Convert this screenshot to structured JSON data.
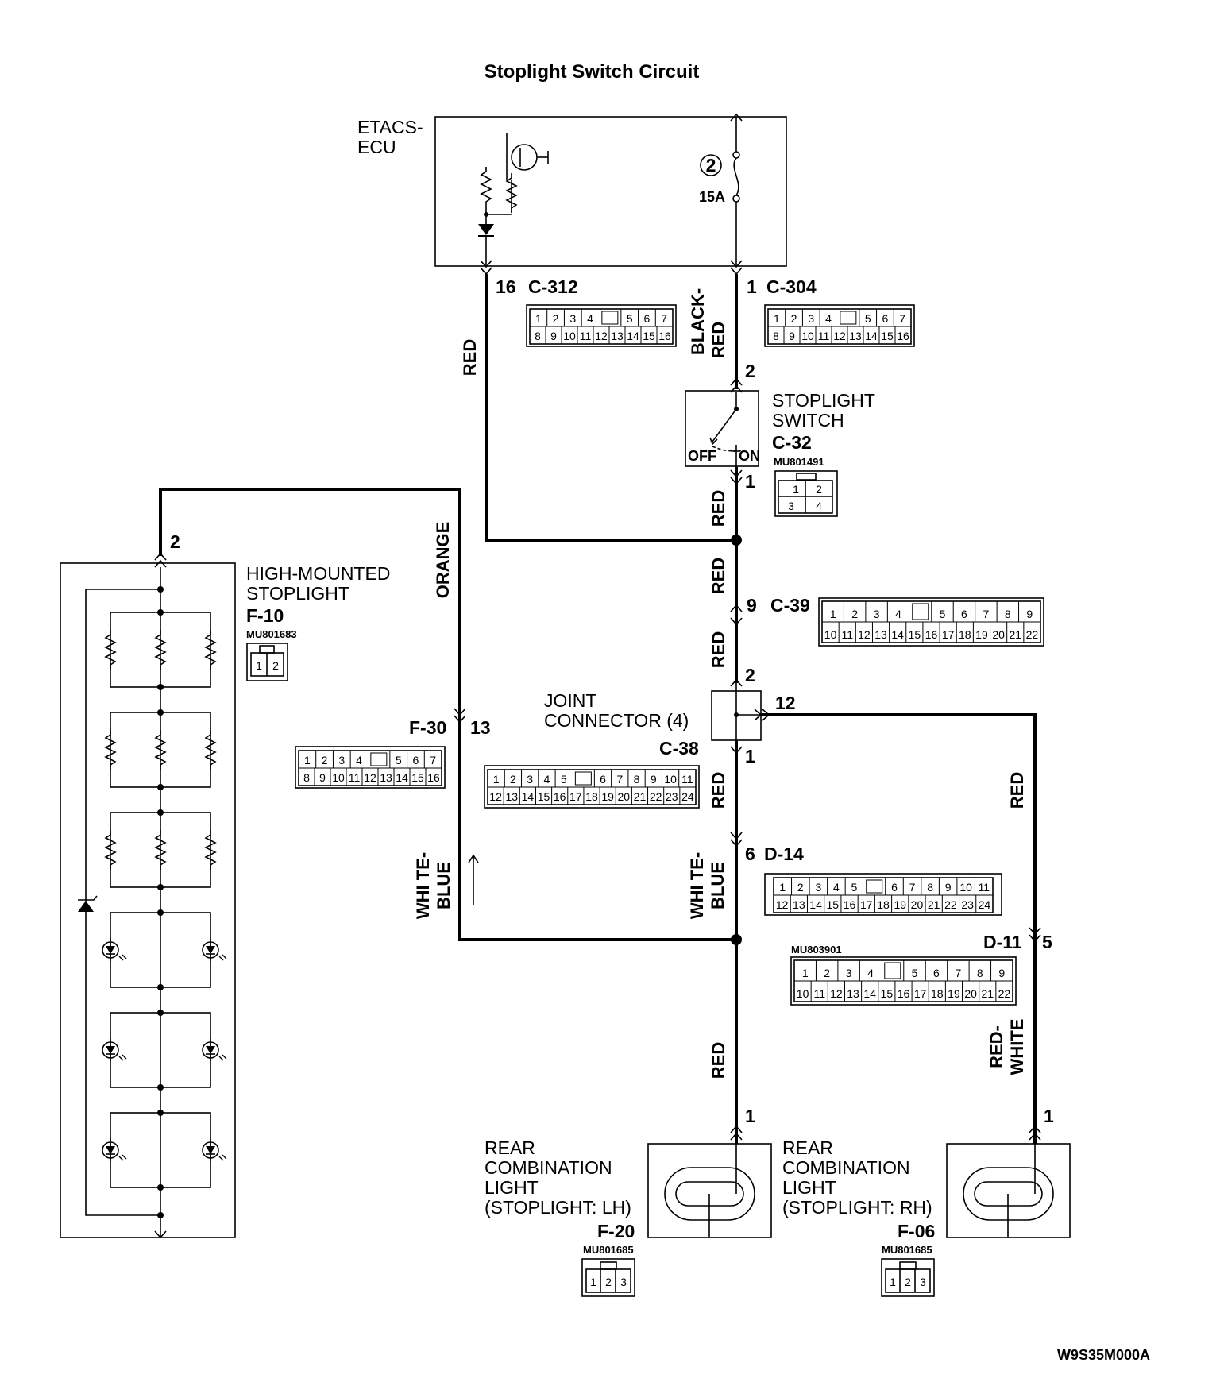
{
  "title": "Stoplight Switch Circuit",
  "etacs": {
    "line1": "ETACS-",
    "line2": "ECU",
    "fuse_no": "2",
    "fuse_rating": "15A"
  },
  "wires": {
    "red": "RED",
    "black_red_1": "BLACK-",
    "black_red_2": "RED",
    "orange": "ORANGE",
    "white_blue_1": "WHI TE-",
    "white_blue_2": "BLUE",
    "red_white_1": "RED-",
    "red_white_2": "WHITE"
  },
  "pins": {
    "p16": "16",
    "p1": "1",
    "p2": "2",
    "p9": "9",
    "p12": "12",
    "p13": "13",
    "p6": "6",
    "p5": "5",
    "hm2": "2",
    "lh1": "1",
    "rh1": "1"
  },
  "connectors": {
    "c312": {
      "name": "C-312",
      "row1": [
        "1",
        "2",
        "3",
        "4",
        "5",
        "6",
        "7"
      ],
      "row2": [
        "8",
        "9",
        "10",
        "11",
        "12",
        "13",
        "14",
        "15",
        "16"
      ]
    },
    "c304": {
      "name": "C-304",
      "row1": [
        "1",
        "2",
        "3",
        "4",
        "5",
        "6",
        "7"
      ],
      "row2": [
        "8",
        "9",
        "10",
        "11",
        "12",
        "13",
        "14",
        "15",
        "16"
      ]
    },
    "c32": {
      "name": "C-32",
      "part": "MU801491",
      "row1": [
        "1",
        "2"
      ],
      "row2": [
        "3",
        "4"
      ]
    },
    "c39": {
      "name": "C-39",
      "row1": [
        "1",
        "2",
        "3",
        "4",
        "5",
        "6",
        "7",
        "8",
        "9"
      ],
      "row2": [
        "10",
        "11",
        "12",
        "13",
        "14",
        "15",
        "16",
        "17",
        "18",
        "19",
        "20",
        "21",
        "22"
      ]
    },
    "c38": {
      "name": "C-38",
      "row1": [
        "1",
        "2",
        "3",
        "4",
        "5",
        "6",
        "7",
        "8",
        "9",
        "10",
        "11"
      ],
      "row2": [
        "12",
        "13",
        "14",
        "15",
        "16",
        "17",
        "18",
        "19",
        "20",
        "21",
        "22",
        "23",
        "24"
      ]
    },
    "f30": {
      "name": "F-30",
      "row1": [
        "1",
        "2",
        "3",
        "4",
        "5",
        "6",
        "7"
      ],
      "row2": [
        "8",
        "9",
        "10",
        "11",
        "12",
        "13",
        "14",
        "15",
        "16"
      ]
    },
    "d14": {
      "name": "D-14",
      "row1": [
        "1",
        "2",
        "3",
        "4",
        "5",
        "6",
        "7",
        "8",
        "9",
        "10",
        "11"
      ],
      "row2": [
        "12",
        "13",
        "14",
        "15",
        "16",
        "17",
        "18",
        "19",
        "20",
        "21",
        "22",
        "23",
        "24"
      ]
    },
    "d11": {
      "name": "D-11",
      "part": "MU803901",
      "row1": [
        "1",
        "2",
        "3",
        "4",
        "5",
        "6",
        "7",
        "8",
        "9"
      ],
      "row2": [
        "10",
        "11",
        "12",
        "13",
        "14",
        "15",
        "16",
        "17",
        "18",
        "19",
        "20",
        "21",
        "22"
      ]
    },
    "f10": {
      "name": "F-10",
      "part": "MU801683",
      "pins": [
        "1",
        "2"
      ]
    },
    "f20": {
      "name": "F-20",
      "part": "MU801685",
      "pins": [
        "1",
        "2",
        "3"
      ]
    },
    "f06": {
      "name": "F-06",
      "part": "MU801685",
      "pins": [
        "1",
        "2",
        "3"
      ]
    }
  },
  "components": {
    "stoplight_switch": {
      "line1": "STOPLIGHT",
      "line2": "SWITCH",
      "off": "OFF",
      "on": "ON"
    },
    "high_mounted": {
      "line1": "HIGH-MOUNTED",
      "line2": "STOPLIGHT"
    },
    "joint": {
      "line1": "JOINT",
      "line2": "CONNECTOR (4)"
    },
    "rear_lh": {
      "line1": "REAR",
      "line2": "COMBINATION",
      "line3": "LIGHT",
      "line4": "(STOPLIGHT: LH)"
    },
    "rear_rh": {
      "line1": "REAR",
      "line2": "COMBINATION",
      "line3": "LIGHT",
      "line4": "(STOPLIGHT: RH)"
    }
  },
  "diagram_code": "W9S35M000A"
}
